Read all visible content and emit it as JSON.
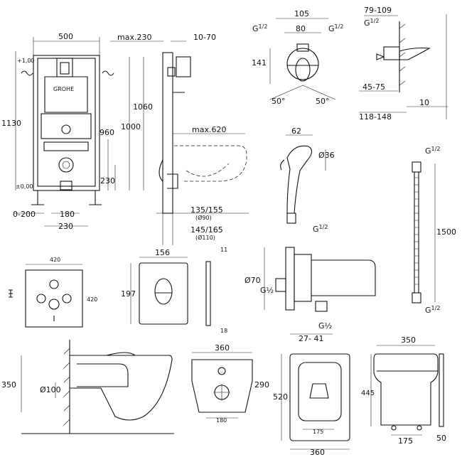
{
  "brand_logo": "GROHE",
  "frame": {
    "width": "500",
    "max_depth": "max.230",
    "depth_range": "10-70",
    "height_total": "1130",
    "h1060": "1060",
    "h1000": "1000",
    "h960": "960",
    "h230": "230",
    "level_top": "+1,00",
    "level_zero": "±0,00",
    "range_0_200": "0-200",
    "w180": "180",
    "w230": "230",
    "max620": "max.620",
    "pipe1": "135/155",
    "pipe1_sub": "(Ø90)",
    "pipe2": "145/165",
    "pipe2_sub": "(Ø110)"
  },
  "mixer": {
    "w105": "105",
    "w80": "80",
    "g1": "G",
    "g_frac": "1/2",
    "h141": "141",
    "angle_left": "50°",
    "angle_right": "50°",
    "r79_109": "79-109",
    "r45_75": "45-75",
    "r118_148": "118-148",
    "d10": "10"
  },
  "shower": {
    "w62": "62",
    "d36": "Ø36",
    "g": "G"
  },
  "hose": {
    "g_top": "G",
    "len": "1500",
    "g_bot": "G"
  },
  "panel": {
    "w420": "420",
    "h420": "420"
  },
  "button": {
    "w156": "156",
    "h197": "197",
    "d11": "11",
    "d18": "18"
  },
  "connector": {
    "d70": "Ø70",
    "g_left": "G½",
    "g_bottom": "G½",
    "r27_41": "27- 41"
  },
  "toilet_side": {
    "h350": "350",
    "d100": "Ø100"
  },
  "toilet_top": {
    "w360": "360",
    "h290": "290",
    "d180": "180"
  },
  "seat_top": {
    "h520": "520",
    "w175": "175",
    "w360": "360"
  },
  "seat_front": {
    "w350": "350",
    "h445": "445",
    "w175": "175",
    "d50": "50"
  }
}
